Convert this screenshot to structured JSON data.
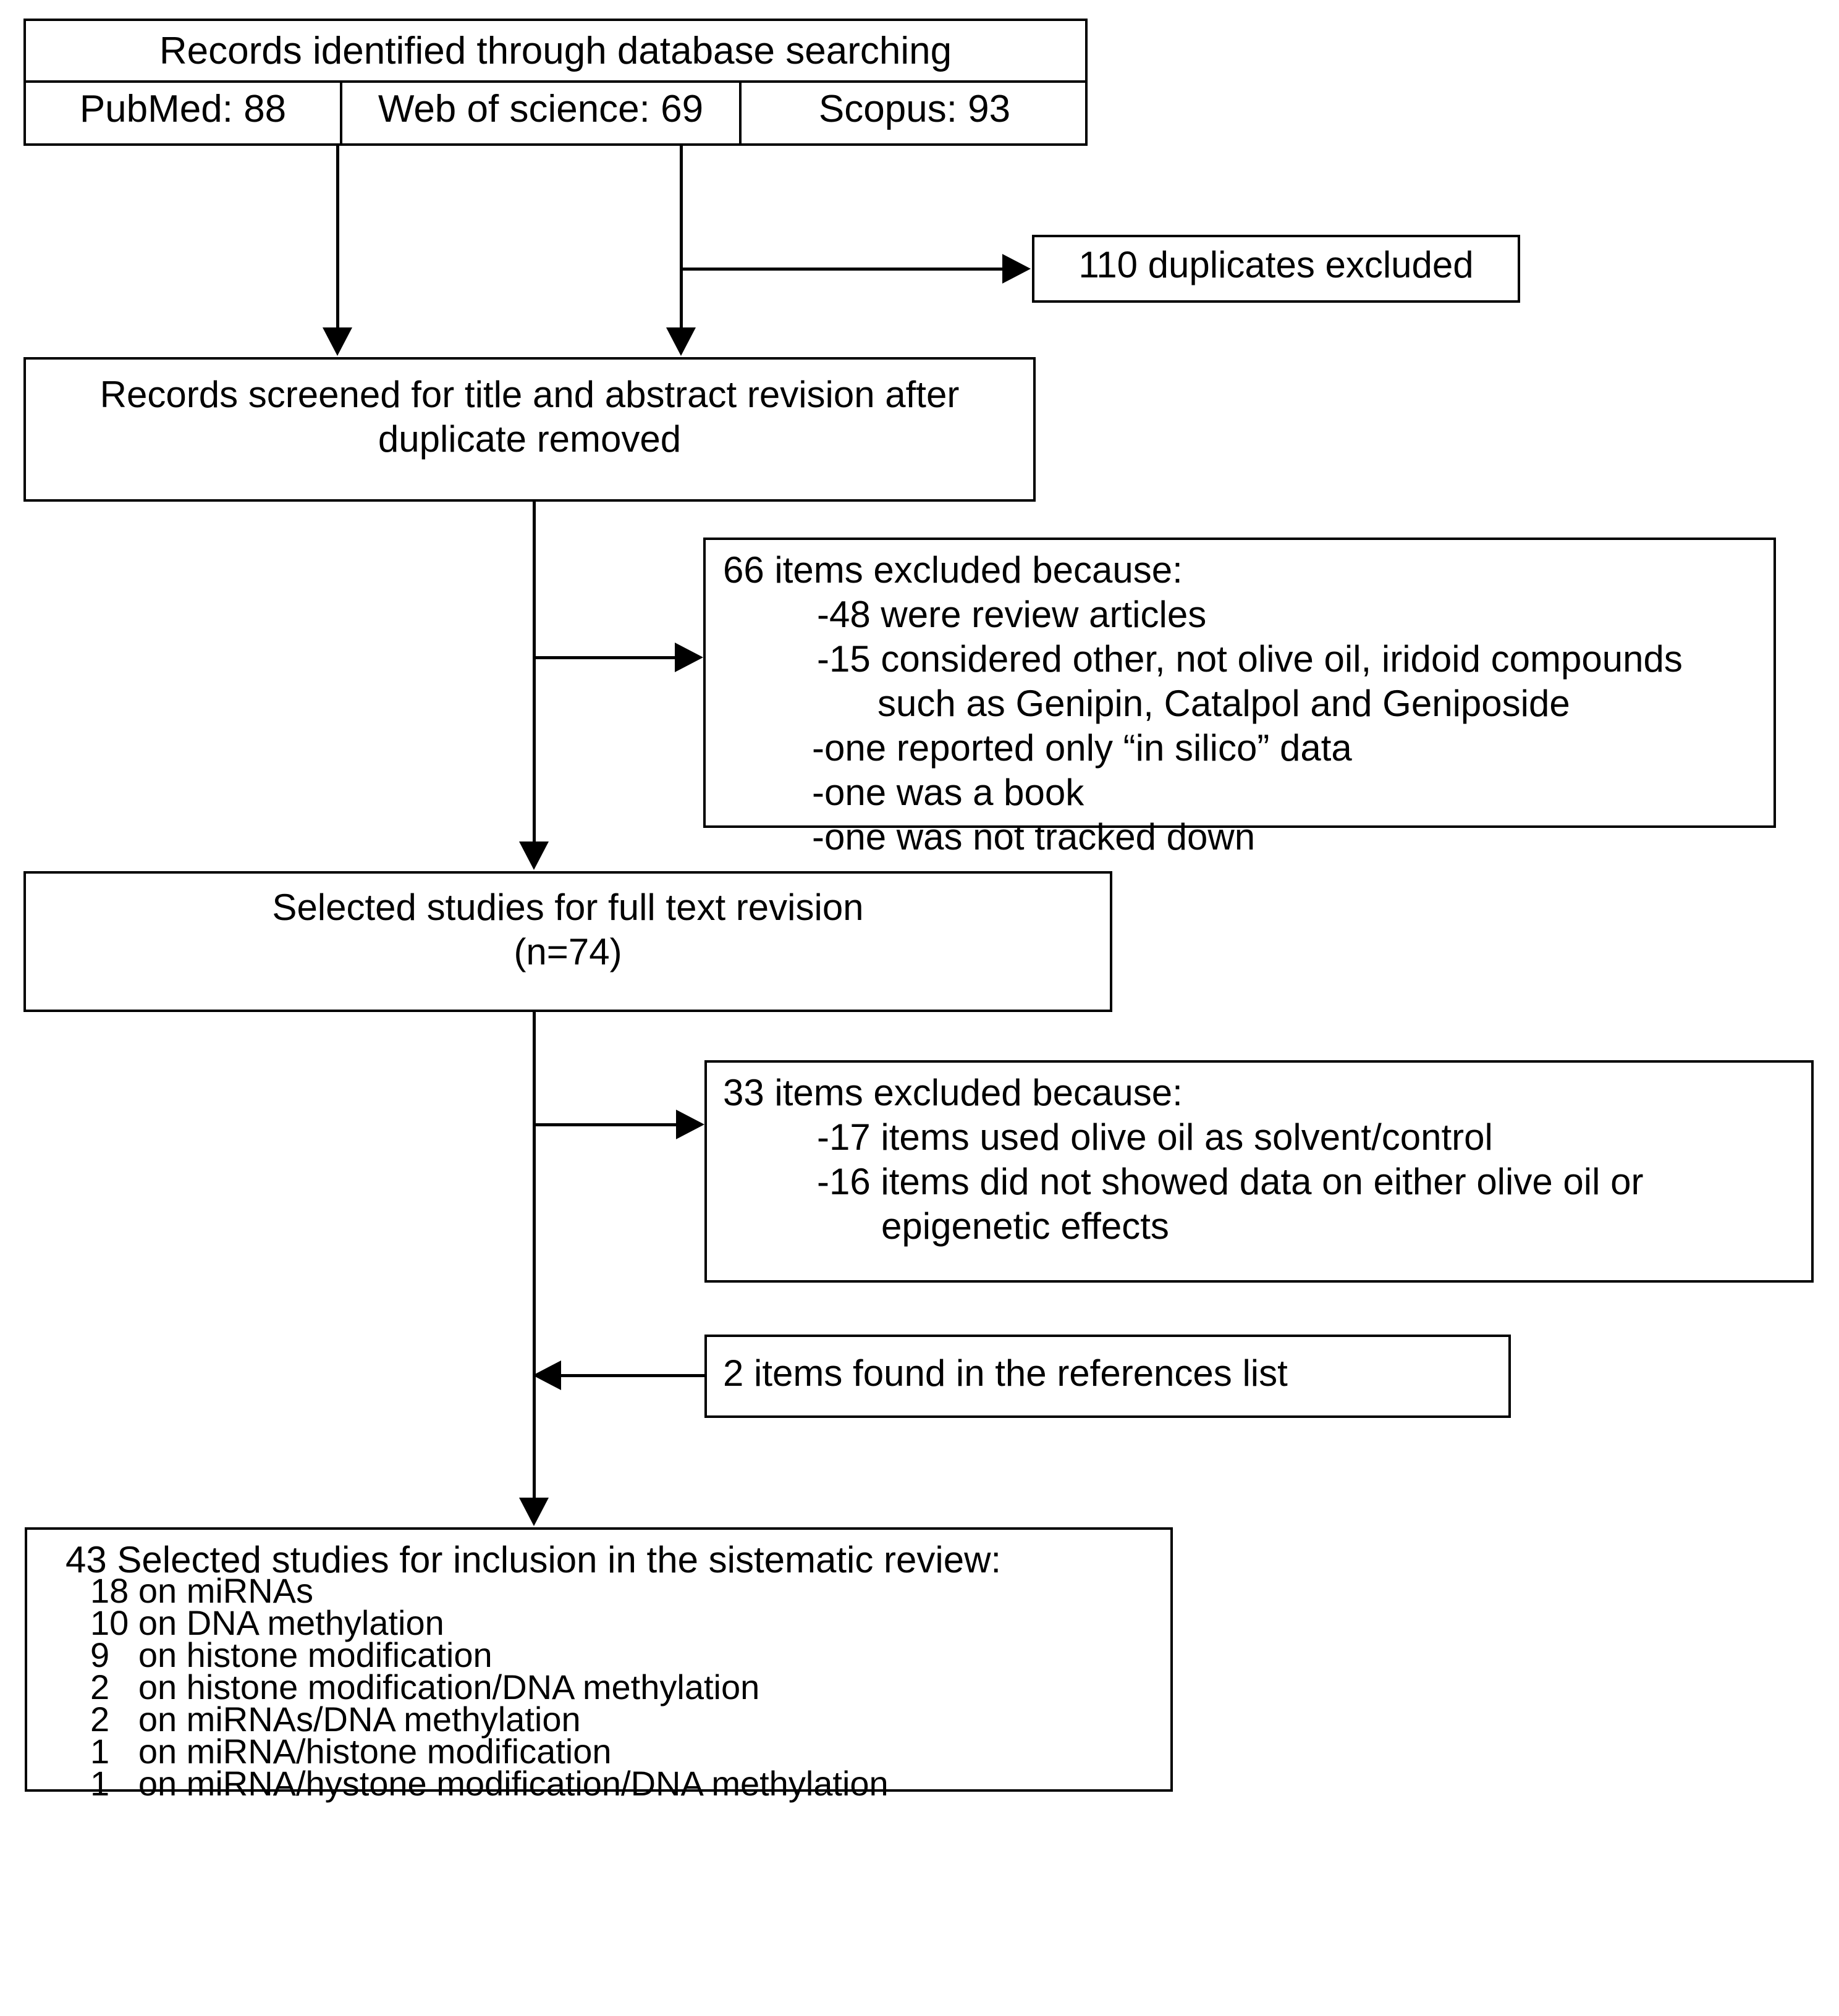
{
  "diagram": {
    "type": "prisma-flow-diagram",
    "title": "PRISMA study selection flow"
  },
  "identification": {
    "header": "Records identified through database searching",
    "sources": [
      {
        "name": "PubMed",
        "label": "PubMed: 88",
        "count": 88
      },
      {
        "name": "Web of science",
        "label": "Web of science: 69",
        "count": 69
      },
      {
        "name": "Scopus",
        "label": "Scopus: 93",
        "count": 93
      }
    ]
  },
  "duplicates": {
    "label": "110 duplicates excluded",
    "count": 110
  },
  "screening": {
    "line1": "Records screened for title and abstract revision after",
    "line2": "duplicate removed"
  },
  "excluded_screening": {
    "heading": "66 items excluded because:",
    "count": 66,
    "reasons": [
      "-48 were review articles",
      "-15 considered other, not olive oil, iridoid compounds",
      "such as Genipin, Catalpol and Geniposide",
      "-one reported only “in silico” data",
      "-one was a book",
      "-one was not tracked down"
    ]
  },
  "fulltext": {
    "line1": "Selected studies for full text revision",
    "line2": "(n=74)",
    "count": 74
  },
  "excluded_fulltext": {
    "heading": "33 items excluded because:",
    "count": 33,
    "reasons": [
      "-17 items used olive oil as solvent/control",
      "-16 items did not showed data on either olive oil or",
      "epigenetic effects"
    ]
  },
  "references_found": {
    "label": "2 items found in the references list",
    "count": 2
  },
  "included": {
    "heading": "43 Selected studies for inclusion in the sistematic review:",
    "total": 43,
    "breakdown": [
      {
        "count": "18",
        "label": "on miRNAs"
      },
      {
        "count": "10",
        "label": "on DNA methylation"
      },
      {
        "count": "9",
        "label": "on histone modification"
      },
      {
        "count": "2",
        "label": "on histone modification/DNA methylation"
      },
      {
        "count": "2",
        "label": "on miRNAs/DNA methylation"
      },
      {
        "count": "1",
        "label": "on miRNA/histone modification"
      },
      {
        "count": "1",
        "label": "on miRNA/hystone modification/DNA methylation"
      }
    ],
    "lines": [
      "43 Selected studies for inclusion in the sistematic review:",
      "18 on miRNAs",
      "10 on DNA methylation",
      "9   on histone modification",
      "2   on histone modification/DNA methylation",
      "2   on miRNAs/DNA methylation",
      "1   on miRNA/histone modification",
      "1   on miRNA/hystone modification/DNA methylation"
    ]
  },
  "colors": {
    "stroke": "#000000",
    "background": "#ffffff",
    "text": "#000000"
  }
}
